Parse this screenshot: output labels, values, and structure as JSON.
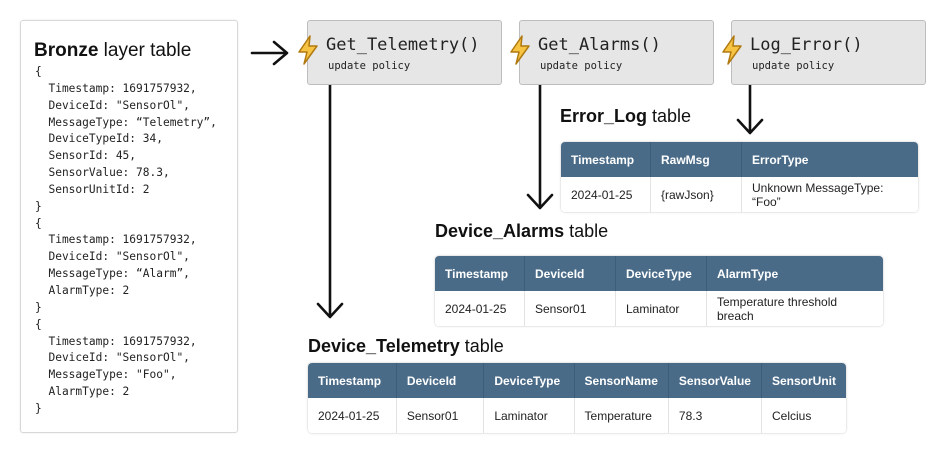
{
  "bronze": {
    "title_bold": "Bronze",
    "title_rest": " layer table",
    "code": "{\n  Timestamp: 1691757932,\n  DeviceId: \"SensorOl\",\n  MessageType: “Telemetry”,\n  DeviceTypeId: 34,\n  SensorId: 45,\n  SensorValue: 78.3,\n  SensorUnitId: 2\n}\n{\n  Timestamp: 1691757932,\n  DeviceId: \"SensorOl\",\n  MessageType: “Alarm”,\n  AlarmType: 2\n}\n{\n  Timestamp: 1691757932,\n  DeviceId: \"SensorOl\",\n  MessageType: \"Foo\",\n  AlarmType: 2\n}"
  },
  "functions": [
    {
      "name": "Get_Telemetry()",
      "sub": "update policy",
      "icon": "lightning-icon"
    },
    {
      "name": "Get_Alarms()",
      "sub": "update policy",
      "icon": "lightning-icon"
    },
    {
      "name": "Log_Error()",
      "sub": "update policy",
      "icon": "lightning-icon"
    }
  ],
  "colors": {
    "header": "#4a6b88",
    "bolt": "#f6c343"
  },
  "tables": {
    "error_log": {
      "title_bold": "Error_Log",
      "title_rest": " table",
      "headers": [
        "Timestamp",
        "RawMsg",
        "ErrorType"
      ],
      "row": [
        "2024-01-25",
        "{rawJson}",
        "Unknown MessageType: “Foo”"
      ]
    },
    "alarms": {
      "title_bold": "Device_Alarms",
      "title_rest": " table",
      "headers": [
        "Timestamp",
        "DeviceId",
        "DeviceType",
        "AlarmType"
      ],
      "row": [
        "2024-01-25",
        "Sensor01",
        "Laminator",
        "Temperature threshold breach"
      ]
    },
    "telemetry": {
      "title_bold": "Device_Telemetry",
      "title_rest": " table",
      "headers": [
        "Timestamp",
        "DeviceId",
        "DeviceType",
        "SensorName",
        "SensorValue",
        "SensorUnit"
      ],
      "row": [
        "2024-01-25",
        "Sensor01",
        "Laminator",
        "Temperature",
        "78.3",
        "Celcius"
      ]
    }
  }
}
